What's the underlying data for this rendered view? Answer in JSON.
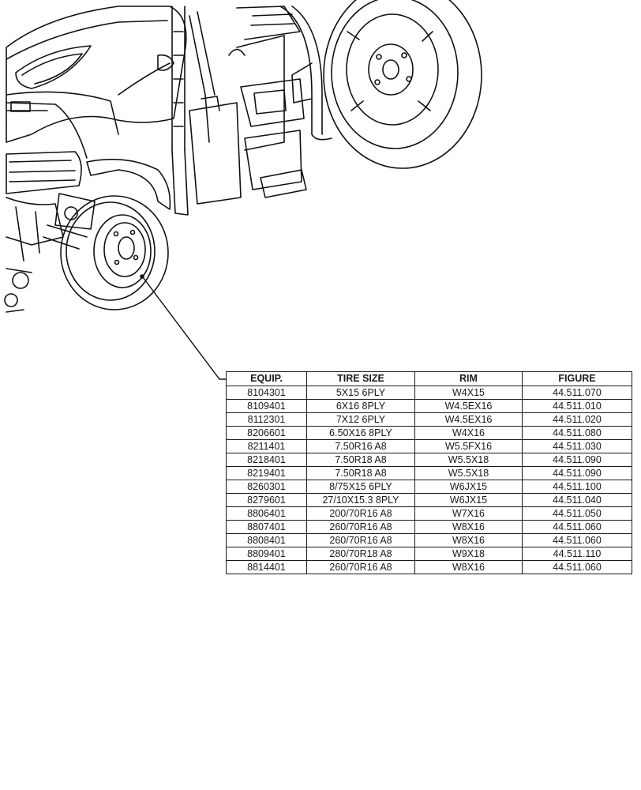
{
  "table": {
    "headers": [
      "EQUIP.",
      "TIRE SIZE",
      "RIM",
      "FIGURE"
    ],
    "rows": [
      [
        "8104301",
        "5X15 6PLY",
        "W4X15",
        "44.511.070"
      ],
      [
        "8109401",
        "6X16 8PLY",
        "W4.5EX16",
        "44.511.010"
      ],
      [
        "8112301",
        "7X12 6PLY",
        "W4.5EX16",
        "44.511.020"
      ],
      [
        "8206601",
        "6.50X16 8PLY",
        "W4X16",
        "44.511.080"
      ],
      [
        "8211401",
        "7.50R16 A8",
        "W5.5FX16",
        "44.511.030"
      ],
      [
        "8218401",
        "7.50R18 A8",
        "W5.5X18",
        "44.511.090"
      ],
      [
        "8219401",
        "7.50R18 A8",
        "W5.5X18",
        "44.511.090"
      ],
      [
        "8260301",
        "8/75X15 6PLY",
        "W6JX15",
        "44.511.100"
      ],
      [
        "8279601",
        "27/10X15.3 8PLY",
        "W6JX15",
        "44.511.040"
      ],
      [
        "8806401",
        "200/70R16 A8",
        "W7X16",
        "44.511.050"
      ],
      [
        "8807401",
        "260/70R16 A8",
        "W8X16",
        "44.511.060"
      ],
      [
        "8808401",
        "260/70R16 A8",
        "W8X16",
        "44.511.060"
      ],
      [
        "8809401",
        "280/70R18 A8",
        "W9X18",
        "44.511.110"
      ],
      [
        "8814401",
        "260/70R16 A8",
        "W8X16",
        "44.511.060"
      ]
    ]
  }
}
